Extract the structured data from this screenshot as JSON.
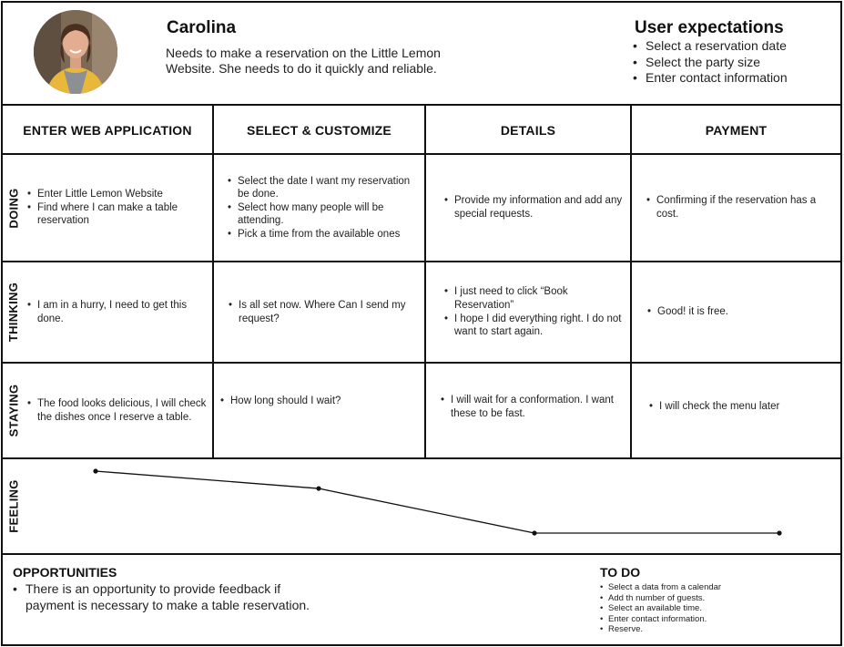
{
  "persona": {
    "name": "Carolina",
    "description": "Needs to make a reservation on the Little Lemon Website. She needs to do it quickly and reliable."
  },
  "expectations": {
    "title": "User expectations",
    "items": [
      "Select a reservation date",
      "Select the party size",
      "Enter contact information"
    ]
  },
  "stages": [
    "ENTER WEB APPLICATION",
    "SELECT & CUSTOMIZE",
    "DETAILS",
    "PAYMENT"
  ],
  "rows": {
    "doing": {
      "label": "DOING",
      "cells": [
        [
          "Enter Little Lemon Website",
          "Find where I can make a table reservation"
        ],
        [
          "Select the date I want my reservation be done.",
          "Select how many people will be attending.",
          "Pick a time from the available ones"
        ],
        [
          "Provide my information and add any special requests."
        ],
        [
          "Confirming if the reservation has a cost."
        ]
      ]
    },
    "thinking": {
      "label": "THINKING",
      "cells": [
        [
          "I am in a hurry, I need to get this done."
        ],
        [
          "Is all set now. Where Can I send my request?"
        ],
        [
          "I just need to click “Book Reservation”",
          "I hope I did everything right. I do not want to start again."
        ],
        [
          "Good! it is free."
        ]
      ]
    },
    "staying": {
      "label": "STAYING",
      "cells": [
        [
          "The food looks delicious, I will check the dishes once I reserve a table."
        ],
        [
          "How long should I wait?"
        ],
        [
          "I will wait for a conformation. I want these to be fast."
        ],
        [
          "I will check the menu later"
        ]
      ]
    },
    "feeling": {
      "label": "FEELING",
      "levels": [
        0.0,
        0.28,
        1.0,
        1.0
      ]
    }
  },
  "opportunities": {
    "title": "OPPORTUNITIES",
    "items": [
      "There is an opportunity to provide feedback if payment is necessary  to make a table reservation."
    ]
  },
  "todo": {
    "title": "TO DO",
    "items": [
      "Select a data from a calendar",
      "Add th number of guests.",
      "Select an available time.",
      "Enter contact information.",
      "Reserve."
    ]
  },
  "colors": {
    "border": "#111111",
    "text": "#222222",
    "background": "#ffffff"
  }
}
